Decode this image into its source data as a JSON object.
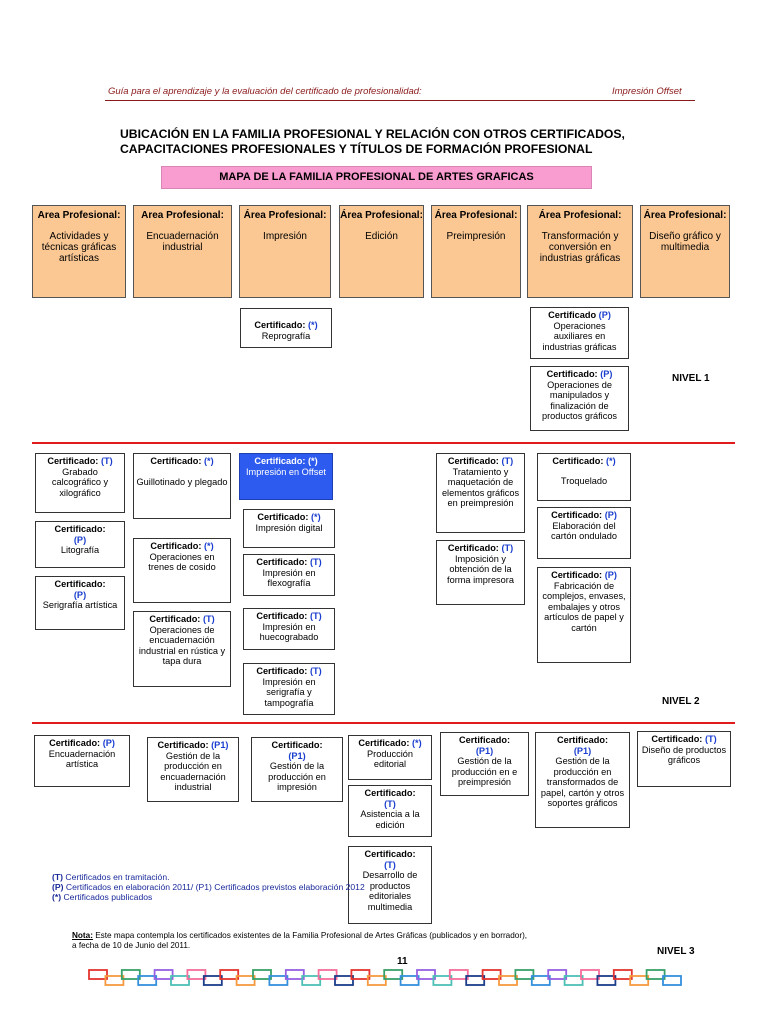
{
  "header": {
    "left": "Guía para el aprendizaje y la evaluación del certificado de profesionalidad:",
    "right": "Impresión Offset"
  },
  "title": {
    "line1": "UBICACIÓN EN LA FAMILIA PROFESIONAL Y RELACIÓN CON OTROS  CERTIFICADOS,",
    "line2": "CAPACITACIONES PROFESIONALES Y TÍTULOS DE FORMACIÓN PROFESIONAL"
  },
  "banner": "MAPA DE LA FAMILIA PROFESIONAL DE ARTES GRAFICAS",
  "areas": [
    {
      "head": "Area Profesional:",
      "name": "Actividades y técnicas gráficas artísticas"
    },
    {
      "head": "Area Profesional:",
      "name": "Encuadernación industrial"
    },
    {
      "head": "Área Profesional:",
      "name": "Impresión"
    },
    {
      "head": "Área Profesional:",
      "name": "Edición"
    },
    {
      "head": "Área Profesional:",
      "name": "Preimpresión"
    },
    {
      "head": "Área Profesional:",
      "name": "Transformación y conversión en industrias gráficas"
    },
    {
      "head": "Área Profesional:",
      "name": "Diseño gráfico y multimedia"
    }
  ],
  "cert_label": "Certificado:",
  "cert_label_nocolon": "Certificado",
  "n1": {
    "repro": {
      "code": "(*)",
      "name": "Reprografía"
    },
    "opaux": {
      "code": "(P)",
      "name": "Operaciones auxiliares en industrias gráficas"
    },
    "opman": {
      "code": "(P)",
      "name": "Operaciones de manipulados y finalización de productos gráficos"
    },
    "label": "NIVEL 1"
  },
  "n2": {
    "grabado": {
      "code": "(T)",
      "name": "Grabado calcográfico y xilográfico"
    },
    "lito": {
      "code": "(P)",
      "name": "Litografía"
    },
    "seri": {
      "code": "(P)",
      "name": "Serigrafía artística"
    },
    "guill": {
      "code": "(*)",
      "name": "Guillotinado y plegado"
    },
    "cosido": {
      "code": "(*)",
      "name": "Operaciones en trenes de cosido"
    },
    "encuad": {
      "code": "(T)",
      "name": "Operaciones de encuadernación industrial en rústica y tapa dura"
    },
    "offset": {
      "code": "(*)",
      "name": "Impresión en Offset"
    },
    "digital": {
      "code": "(*)",
      "name": "Impresión digital"
    },
    "flexo": {
      "code": "(T)",
      "name": "Impresión en flexografía"
    },
    "hueco": {
      "code": "(T)",
      "name": "Impresión en huecograbado"
    },
    "serig": {
      "code": "(T)",
      "name": "Impresión en serigrafía y tampografía"
    },
    "tratam": {
      "code": "(T)",
      "name": "Tratamiento y maquetación de elementos gráficos en preimpresión"
    },
    "imposic": {
      "code": "(T)",
      "name": "Imposición y obtención de la forma impresora"
    },
    "troq": {
      "code": "(*)",
      "name": "Troquelado"
    },
    "carton": {
      "code": "(P)",
      "name": "Elaboración del cartón ondulado"
    },
    "fabric": {
      "code": "(P)",
      "name": "Fabricación de complejos, envases, embalajes y otros artículos de papel y cartón"
    },
    "label": "NIVEL 2"
  },
  "n3": {
    "encart": {
      "code": "(P)",
      "name": "Encuadernación artística"
    },
    "gestenc": {
      "code": "(P1)",
      "name": "Gestión de la producción en encuadernación industrial"
    },
    "gestimp": {
      "code": "(P1)",
      "name": "Gestión de la producción en impresión"
    },
    "prodedit": {
      "code": "(*)",
      "name": "Producción editorial"
    },
    "asist": {
      "code": "(T)",
      "name": "Asistencia a la edición"
    },
    "desarr": {
      "code": "(T)",
      "name": "Desarrollo de productos editoriales multimedia"
    },
    "gestpre": {
      "code": "(P1)",
      "name": "Gestión de la producción en e preimpresión"
    },
    "gesttrans": {
      "code": "(P1)",
      "name": "Gestión de la producción en transformados de papel, cartón y otros soportes gráficos"
    },
    "diseno": {
      "code": "(T)",
      "name": "Diseño de productos gráficos"
    },
    "label": "NIVEL 3"
  },
  "legend": {
    "t_code": "(T)",
    "t_text": "Certificados en tramitación.",
    "p_code": "(P)",
    "p_text": "Certificados en elaboración 2011/ (P1) Certificados previstos elaboración 2012",
    "s_code": "(*)",
    "s_text": "Certificados publicados"
  },
  "nota": {
    "label": "Nota:",
    "text": "Este mapa contempla los certificados existentes de la Familia Profesional de Artes Gráficas (publicados y en borrador), a fecha de 10 de Junio del 2011."
  },
  "page_number": "11",
  "colors": {
    "area_fill": "#fbc894",
    "banner_fill": "#f99cd0",
    "rule_red": "#e11b1b",
    "highlight": "#2e5bef",
    "code_blue": "#1a3ecf"
  }
}
